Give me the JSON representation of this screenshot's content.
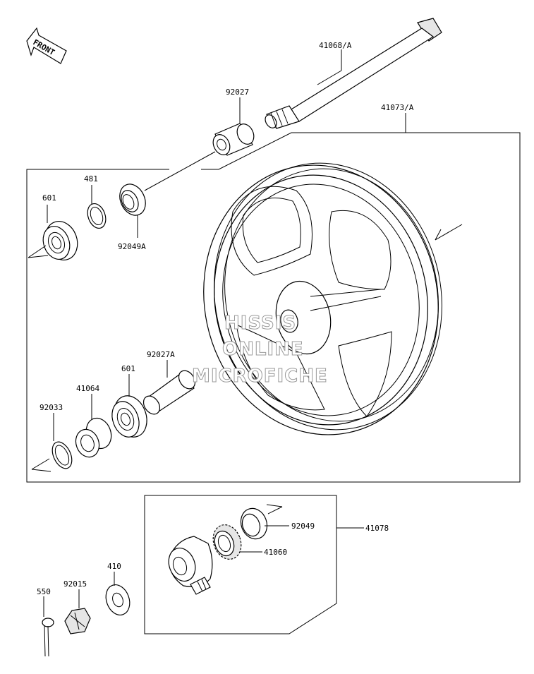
{
  "front_arrow": {
    "label": "FRONT"
  },
  "parts": {
    "axle": "41068/A",
    "wheel": "41073/A",
    "collar_left": "92027",
    "bearing_left": "601",
    "circlip": "481",
    "seal_left": "92049A",
    "collar_center": "92027A",
    "bearing_right": "601",
    "coupling": "41064",
    "snap_ring": "92033",
    "seal_gear": "92049",
    "gear": "41060",
    "gear_housing_assy": "41078",
    "washer": "410",
    "nut": "92015",
    "cotter_pin": "550"
  },
  "watermark": {
    "line1": "HISSIS",
    "line2": "ONLINE",
    "line3": "MICROFICHE"
  }
}
